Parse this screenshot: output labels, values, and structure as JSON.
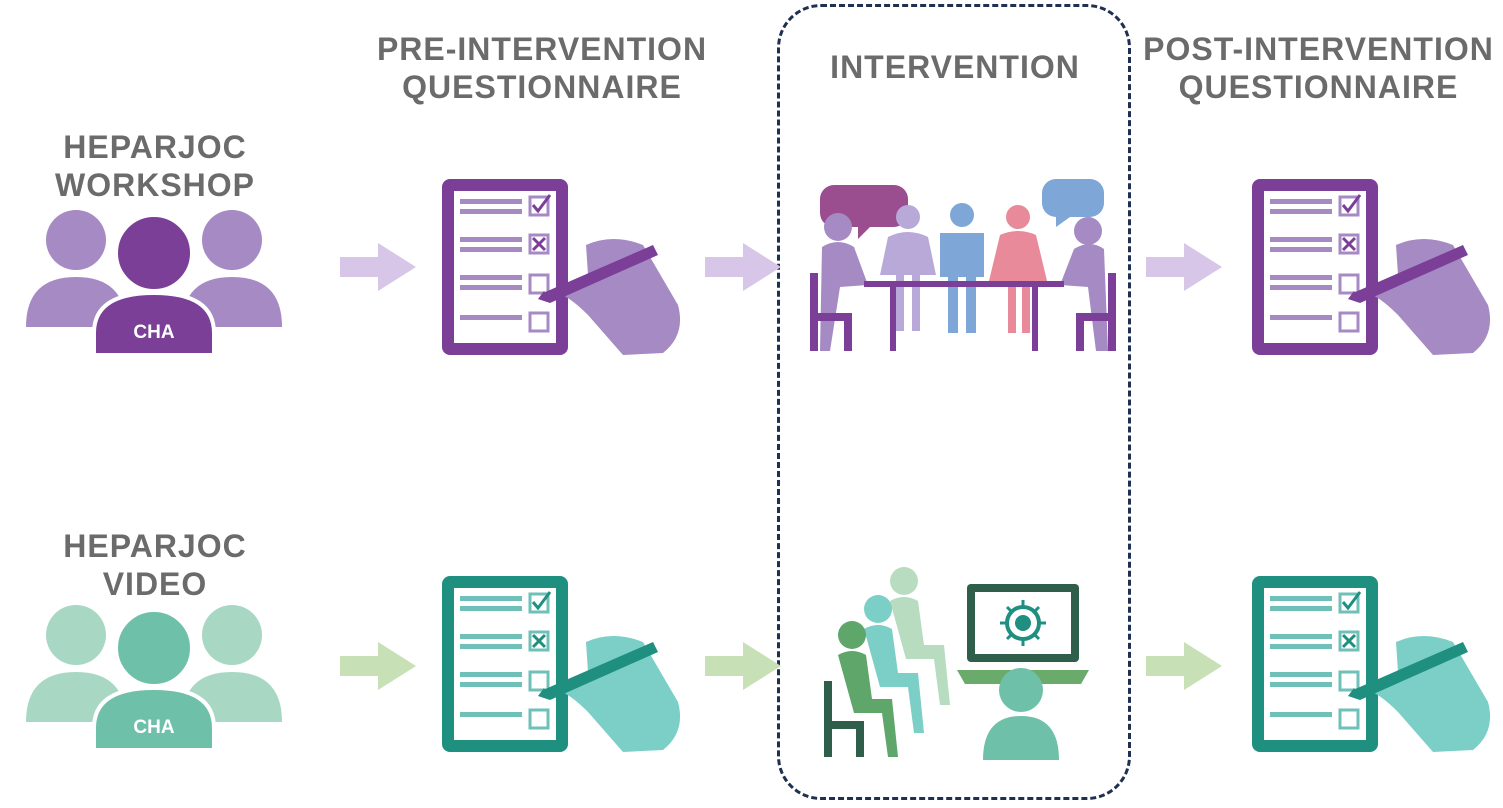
{
  "headers": {
    "pre": [
      "PRE-INTERVENTION",
      "QUESTIONNAIRE"
    ],
    "intervention": "INTERVENTION",
    "post": [
      "POST-INTERVENTION",
      "QUESTIONNAIRE"
    ]
  },
  "groups": {
    "workshop": {
      "label": [
        "HEPARJOC",
        "WORKSHOP"
      ],
      "badge": "CHA",
      "color": "#7b3f98",
      "light_color": "#a58ac4",
      "arrow_color": "#d7c6e8"
    },
    "video": {
      "label": [
        "HEPARJOC",
        "VIDEO"
      ],
      "badge": "CHA",
      "color": "#1f8f80",
      "light_color": "#a8d8c4",
      "arrow_color": "#c7e0b6"
    }
  },
  "icons": [
    "group-people-icon",
    "questionnaire-clipboard-icon",
    "hand-pen-icon",
    "meeting-table-icon",
    "video-audience-icon",
    "laptop-virus-icon",
    "arrow-right-icon"
  ]
}
